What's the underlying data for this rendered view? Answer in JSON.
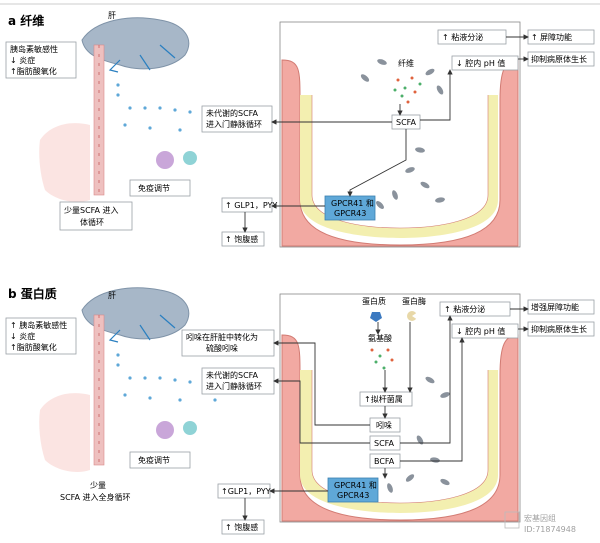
{
  "panel_a": {
    "title": "a 纤维",
    "liver_label": "肝",
    "left_box": [
      "胰岛素敏感性",
      "↓ 炎症",
      "↑脂肪酸氧化"
    ],
    "unmetabolized_scfa": [
      "未代谢的SCFA",
      "进入门静脉循环"
    ],
    "immune": "免疫调节",
    "small_scfa": [
      "少量SCFA 进入",
      "体循环"
    ],
    "fiber_label": "纤维",
    "scfa_label": "SCFA",
    "gpcr": [
      "GPCR41 和",
      "GPCR43"
    ],
    "glp": "↑ GLP1，PYY",
    "satiety": "↑ 饱腹感",
    "mucus": "↑ 粘液分泌",
    "ph": "↓ 腔内 pH 值",
    "barrier": "屏障功能",
    "barrier_arrow": "↑",
    "pathogen": "抑制病原体生长"
  },
  "panel_b": {
    "title": "b 蛋白质",
    "liver_label": "肝",
    "left_box": [
      "↑ 胰岛素敏感性",
      "↓ 炎症",
      "↑脂肪酸氧化"
    ],
    "indole_conv": [
      "吲哚在肝脏中转化为",
      "硫酸吲哚"
    ],
    "unmetabolized_scfa": [
      "未代谢的SCFA",
      "进入门静脉循环"
    ],
    "immune": "免疫调节",
    "small_scfa": [
      "少量",
      "SCFA 进入全身循环"
    ],
    "protein_label": "蛋白质",
    "protease_label": "蛋白酶",
    "amino_label": "氨基酸",
    "bacteroides": "↑拟杆菌属",
    "indole": "吲哚",
    "scfa_label": "SCFA",
    "bcfa_label": "BCFA",
    "gpcr": [
      "GPCR41 和",
      "GPCR43"
    ],
    "glp": "↑GLP1，PYY",
    "satiety": "↑ 饱腹感",
    "mucus": "↑ 粘液分泌",
    "ph": "↓ 腔内 pH 值",
    "barrier": "增强屏障功能",
    "pathogen": "抑制病原体生长"
  },
  "watermark": [
    "宏基因组",
    "ID:71874948"
  ]
}
